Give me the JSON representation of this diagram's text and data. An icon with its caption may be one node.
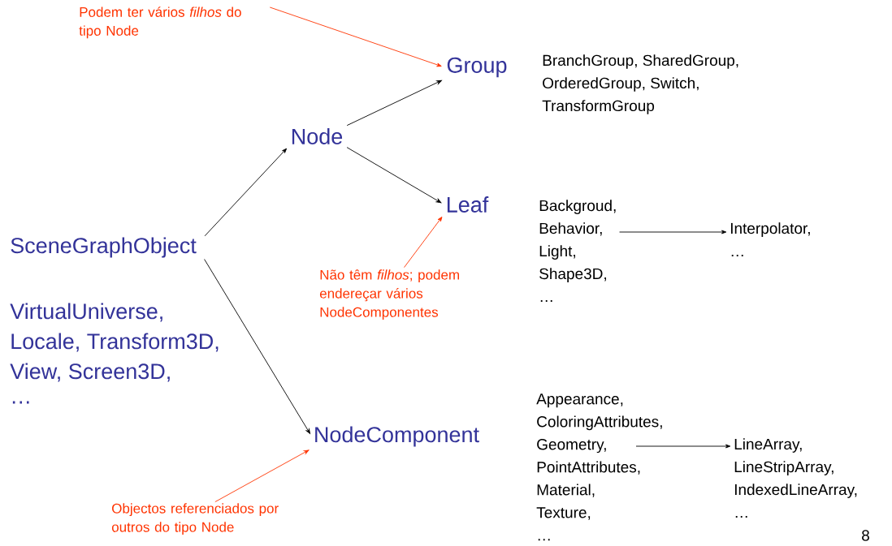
{
  "diagram": {
    "nodes": [
      {
        "text": [
          "SceneGraphObject"
        ]
      },
      {
        "text": [
          "Node"
        ]
      },
      {
        "text": [
          "Group"
        ]
      },
      {
        "text": [
          "Leaf"
        ]
      },
      {
        "text": [
          "NodeComponent"
        ]
      },
      {
        "text": [
          "Backgroud,",
          "Behavior,",
          "Light,",
          "Shape3D,",
          "…"
        ]
      },
      {
        "text": [
          "Interpolator,",
          "…"
        ]
      },
      {
        "text": [
          "Appearance,",
          "ColoringAttributes,",
          "Geometry,",
          "PointAttributes,",
          "Material,",
          "Texture,",
          "…"
        ]
      },
      {
        "text": [
          "LineArray,",
          "LineStripArray,",
          "IndexedLineArray,",
          "…"
        ]
      },
      {
        "text": [
          "Podem ter vários *filhos* do tipo Node"
        ]
      },
      {
        "text": [
          "Não têm *filhos*; podem endereçar vários NodeComponentes"
        ]
      },
      {
        "text": [
          "Objectos referenciados por outros do tipo Node"
        ]
      }
    ],
    "edges": [
      {
        "from": 0,
        "to": 1,
        "arrow": "to"
      },
      {
        "from": 0,
        "to": 4,
        "arrow": "to"
      },
      {
        "from": 1,
        "to": 2,
        "arrow": "to"
      },
      {
        "from": 1,
        "to": 3,
        "arrow": "to"
      },
      {
        "from": 5,
        "to": 6,
        "arrow": "to"
      },
      {
        "from": 7,
        "to": 8,
        "arrow": "to"
      },
      {
        "from": 9,
        "to": 2,
        "arrow": "to",
        "color": "#ff3300"
      },
      {
        "from": 10,
        "to": 3,
        "arrow": "to",
        "color": "#ff3300"
      },
      {
        "from": 11,
        "to": 4,
        "arrow": "to",
        "color": "#ff3300"
      }
    ],
    "labels": [
      "BranchGroup, SharedGroup,",
      "OrderedGroup, Switch,",
      "TransformGroup",
      "VirtualUniverse,",
      "Locale, Transform3D,",
      "View, Screen3D,",
      "…",
      "8"
    ]
  }
}
